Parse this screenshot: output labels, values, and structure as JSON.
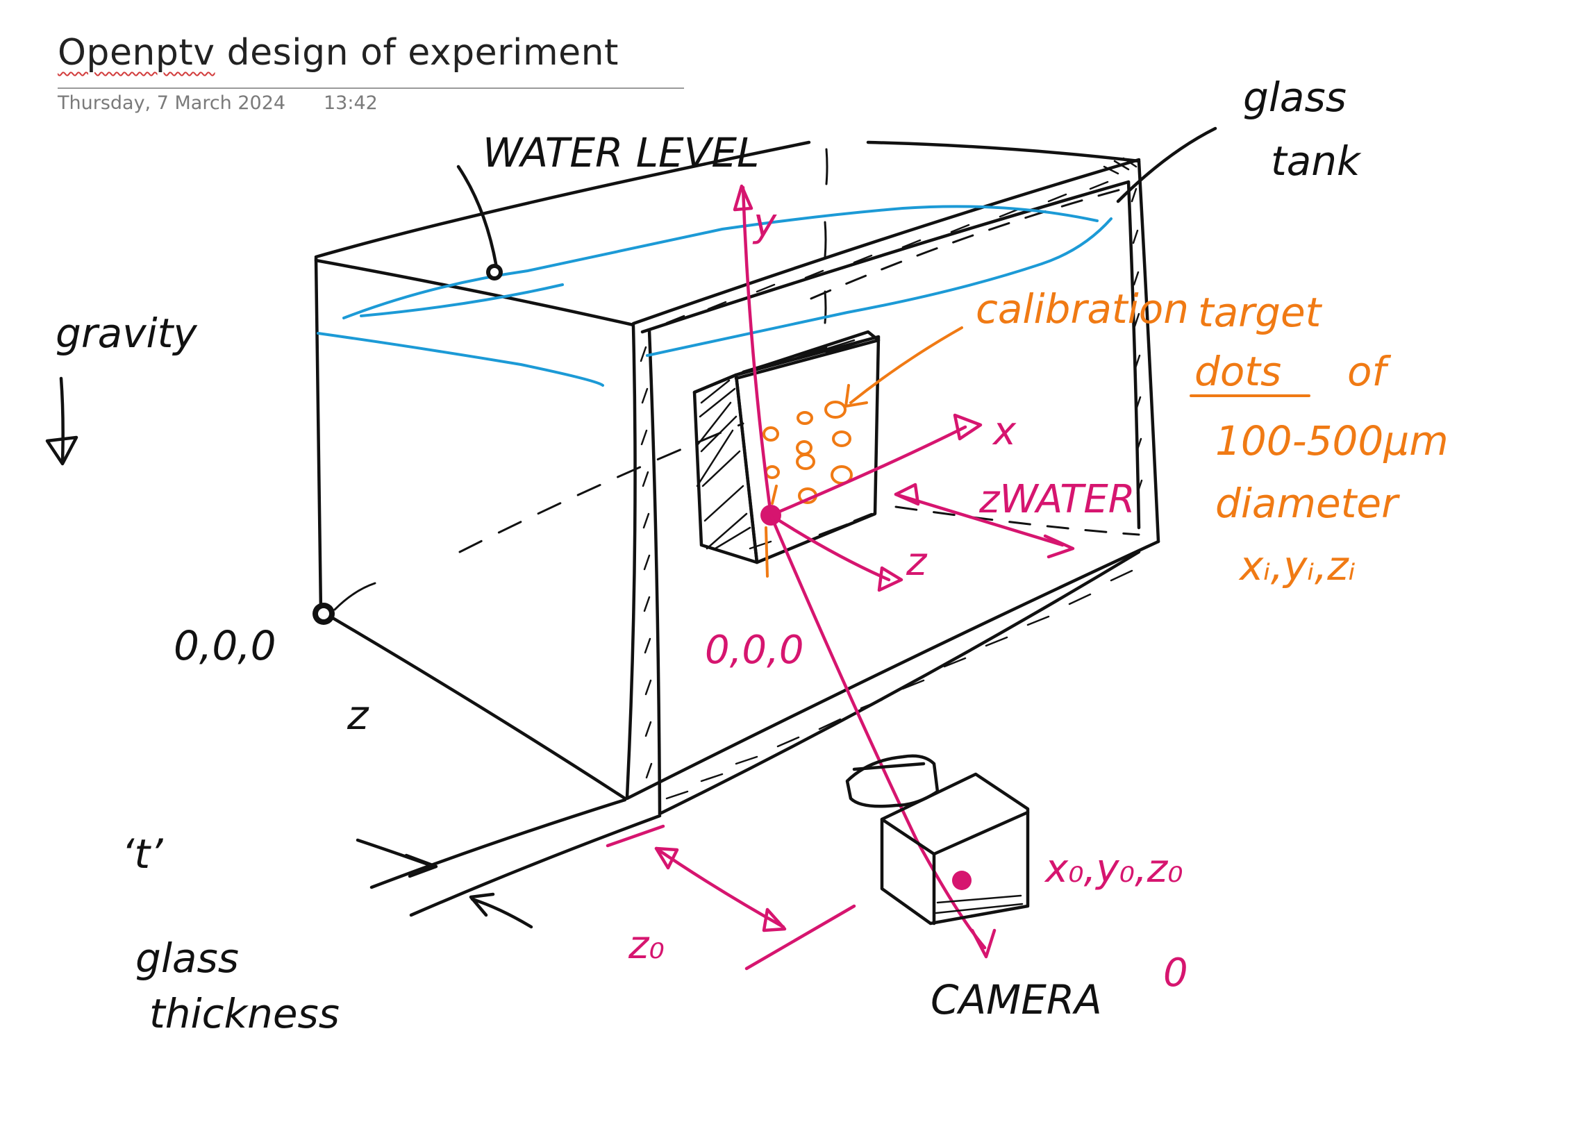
{
  "page": {
    "title_first_word": "Openptv",
    "title_rest": " design of experiment",
    "date": "Thursday, 7 March 2024",
    "time": "13:42"
  },
  "labels": {
    "water_level": "WATER LEVEL",
    "glass_tank_line1": "glass",
    "glass_tank_line2": "tank",
    "gravity": "gravity",
    "origin_tank": "0,0,0",
    "z_tank": "z",
    "t_label": "‘t’",
    "glass_thickness_line1": "glass",
    "glass_thickness_line2": "thickness",
    "y_axis": "y",
    "x_axis": "x",
    "z_axis": "z",
    "z_water": "zWATER",
    "origin_target": "0,0,0",
    "z0": "z₀",
    "camera_position": "x₀,y₀,z₀",
    "camera": "CAMERA",
    "camera_index": "0",
    "calibration_line1": "calibration",
    "calibration_line2": "target",
    "calibration_line3": "dots",
    "calibration_line3b": "of",
    "calibration_line4": "100-500μm",
    "calibration_line5": "diameter",
    "calibration_line6": "xᵢ,yᵢ,zᵢ"
  },
  "colors": {
    "ink": "#111111",
    "water": "#1c9ad6",
    "magenta": "#d6156f",
    "orange": "#f07a14"
  }
}
